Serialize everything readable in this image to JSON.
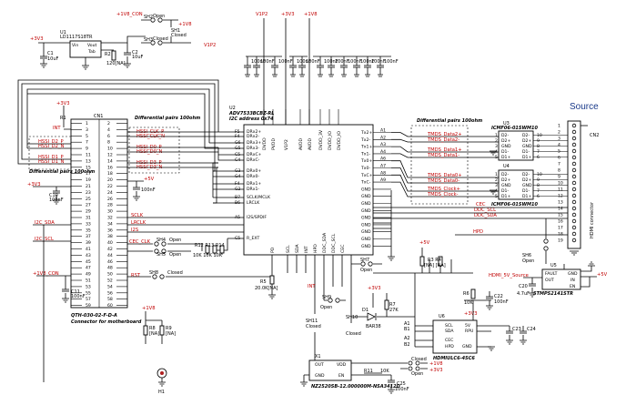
{
  "title_source": "Source",
  "power": {
    "v1v8_con": "+1V8_CON",
    "v1v8": "+1V8",
    "v3v3": "+3V3",
    "v1v2": "V1P2",
    "v5": "+5V",
    "open": "Open",
    "closed": "Closed"
  },
  "u1": {
    "ref": "U1",
    "part": "LD1117S18TR",
    "vin": "Vin",
    "vout": "Vout",
    "tab": "Tab",
    "gnd": "GND"
  },
  "u1_caps": {
    "c1": "C1",
    "c1v": "10uF",
    "c2": "C2",
    "c2v": "10uF",
    "r2": "R2",
    "r2v": "120[NA]"
  },
  "sh": {
    "sh2": "SH2",
    "sh3": "SH3",
    "sh1": "SH1",
    "sh4": "SH4",
    "sh5": "SH5",
    "sh6": "SH6",
    "sh7": "SH7",
    "sh8": "SH8",
    "sh9": "SH9",
    "sh10": "SH10",
    "sh11": "SH11"
  },
  "cn1": {
    "ref": "CN1",
    "part": "QTH-030-02-F-D-A",
    "desc": "Connector for motherboard"
  },
  "cn1_nets_left": [
    "INT",
    "HSSI_D2_P",
    "HSSI_D2_N",
    "HSSI_D1_P",
    "HSSI_D1_N",
    "I2C_SDA",
    "I2C_SCL",
    "+1V8_CON"
  ],
  "cn1_nets_right": [
    "HSSI_CLK_P",
    "HSSI_CLK_N",
    "HSSI_D0_P",
    "HSSI_D0_N",
    "HSSI_D3_P",
    "HSSI_D3_N",
    "SCLK",
    "LRCLK",
    "I2S",
    "CEC_CLK",
    "RST"
  ],
  "diff_pairs": "Differential pairs 100ohm",
  "u2": {
    "ref": "U2",
    "part": "ADV7533BCBZ-RL",
    "addr": "I2C address 0x74",
    "left_pins": [
      "DRx2+",
      "DRx2-",
      "DRx3+",
      "DRx3-",
      "DRxC+",
      "DRxC-",
      "DRx0+",
      "DRx0-",
      "DRx1+",
      "DRx1-",
      "SCLK/MCLK",
      "LRCLK",
      "I2S/SPDIF",
      "R_EXT"
    ],
    "right_pins": [
      "Tx2+",
      "Tx2-",
      "Tx1+",
      "Tx1-",
      "Tx0+",
      "Tx0-",
      "TxC+",
      "TxC-",
      "GND",
      "GND",
      "GND",
      "GND",
      "GND",
      "GND",
      "GND",
      "GND",
      "GND"
    ],
    "top_pins": [
      "DVDD",
      "PVDD",
      "V1P2",
      "AVDD",
      "AVDD",
      "DVDD_3V",
      "DVDD_IO",
      "DVDD_IO"
    ],
    "bottom_pins": [
      "PD",
      "SCL",
      "SDA",
      "INT",
      "HPD",
      "DDC_SDA",
      "DDC_SCL",
      "CEC"
    ]
  },
  "tmds": [
    "TMDS_Data2+",
    "TMDS_Data2-",
    "TMDS_Data1+",
    "TMDS_Data1-",
    "TMDS_Data0+",
    "TMDS_Data0-",
    "TMDS_Clock+",
    "TMDS_Clock-"
  ],
  "u3": {
    "ref": "U3",
    "part": "ICMF06-01SWM10"
  },
  "u4": {
    "ref": "U4",
    "part": "ICMF06-01SWM10"
  },
  "icmf_pins": [
    "D2-",
    "D2+",
    "GND",
    "D1-",
    "D1+"
  ],
  "cn2": {
    "ref": "CN2",
    "part": "HDMI connector"
  },
  "misc_nets": [
    "CEC",
    "DDC_SCL",
    "DDC_SDA",
    "HPD",
    "HDMI_5V_Source"
  ],
  "u5": {
    "ref": "U5",
    "part": "STMPS2141STR",
    "fault": "FAULT",
    "out": "OUT",
    "gnd": "GND",
    "in": "IN",
    "en": "EN"
  },
  "u6": {
    "ref": "U6",
    "part": "HDMIULC6-4SC6",
    "scl": "SCL",
    "sda": "SDA",
    "cec": "CEC",
    "hpd": "HPD",
    "v5": "5V",
    "rpu": "RPU",
    "gnd": "GND"
  },
  "x1": {
    "ref": "X1",
    "part": "NZ2520SB-12.000000M-NSA3412D",
    "out": "OUT",
    "vdd": "VDD",
    "gnd": "GND",
    "en": "EN"
  },
  "h1": {
    "ref": "H1"
  },
  "diode": {
    "ref": "D1",
    "part": "BAR38"
  },
  "passives": {
    "r1": "R1",
    "r5": "R5",
    "r5v": "20.0K[NA]",
    "r8": "R8",
    "r9": "R9",
    "na": "[NA]",
    "c10": "C10",
    "c10v": "100nF",
    "c11": "C11",
    "c11v": "100nF",
    "c20": "C20",
    "c20v": "4.7uF",
    "c22": "C22",
    "c22v": "100nF",
    "c23": "C23",
    "c24": "C24",
    "c25": "C25",
    "c25v": "100nF",
    "r6": "R6",
    "r6v": "10K",
    "r7": "R7",
    "r7v": "27K"
  }
}
